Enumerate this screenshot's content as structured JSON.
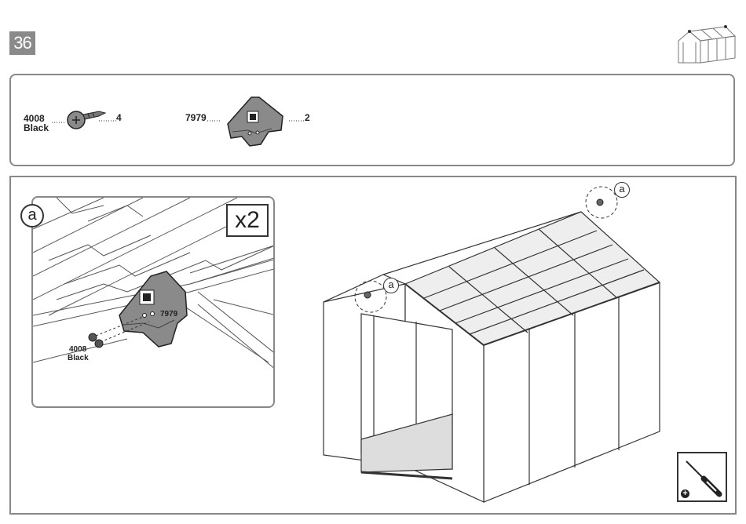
{
  "step": {
    "number": "36"
  },
  "parts": [
    {
      "id": "4008",
      "color": "Black",
      "qty": "4",
      "icon": "screw-icon"
    },
    {
      "id": "7979",
      "qty": "2",
      "icon": "roof-cap-bracket-icon"
    }
  ],
  "detail": {
    "callout": "a",
    "multiplier": "x2",
    "part_label": "7979",
    "screw_label": "4008",
    "screw_color": "Black"
  },
  "main_callouts": [
    "a",
    "a"
  ],
  "tool": {
    "icon": "screwdriver-icon",
    "symbol": "+"
  }
}
